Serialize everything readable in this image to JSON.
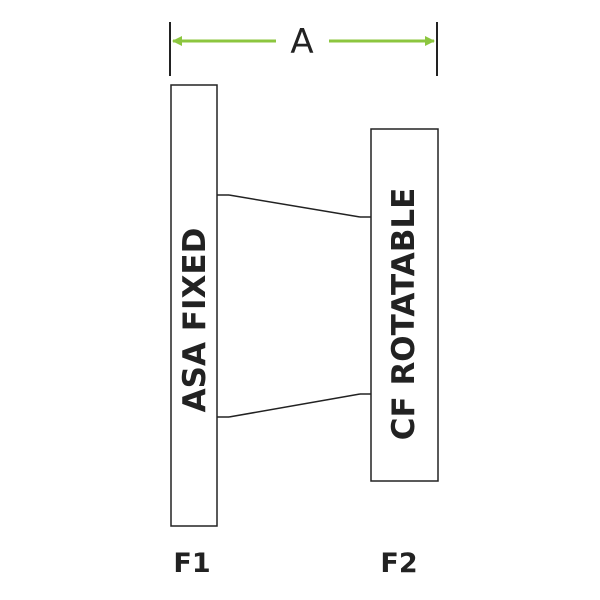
{
  "dimension": {
    "label": "A",
    "arrow_color": "#8cc63f"
  },
  "flanges": [
    {
      "label": "ASA FIXED",
      "end_label": "F1"
    },
    {
      "label": "CF ROTATABLE",
      "end_label": "F2"
    }
  ],
  "colors": {
    "line": "#222222",
    "background": "#ffffff"
  }
}
